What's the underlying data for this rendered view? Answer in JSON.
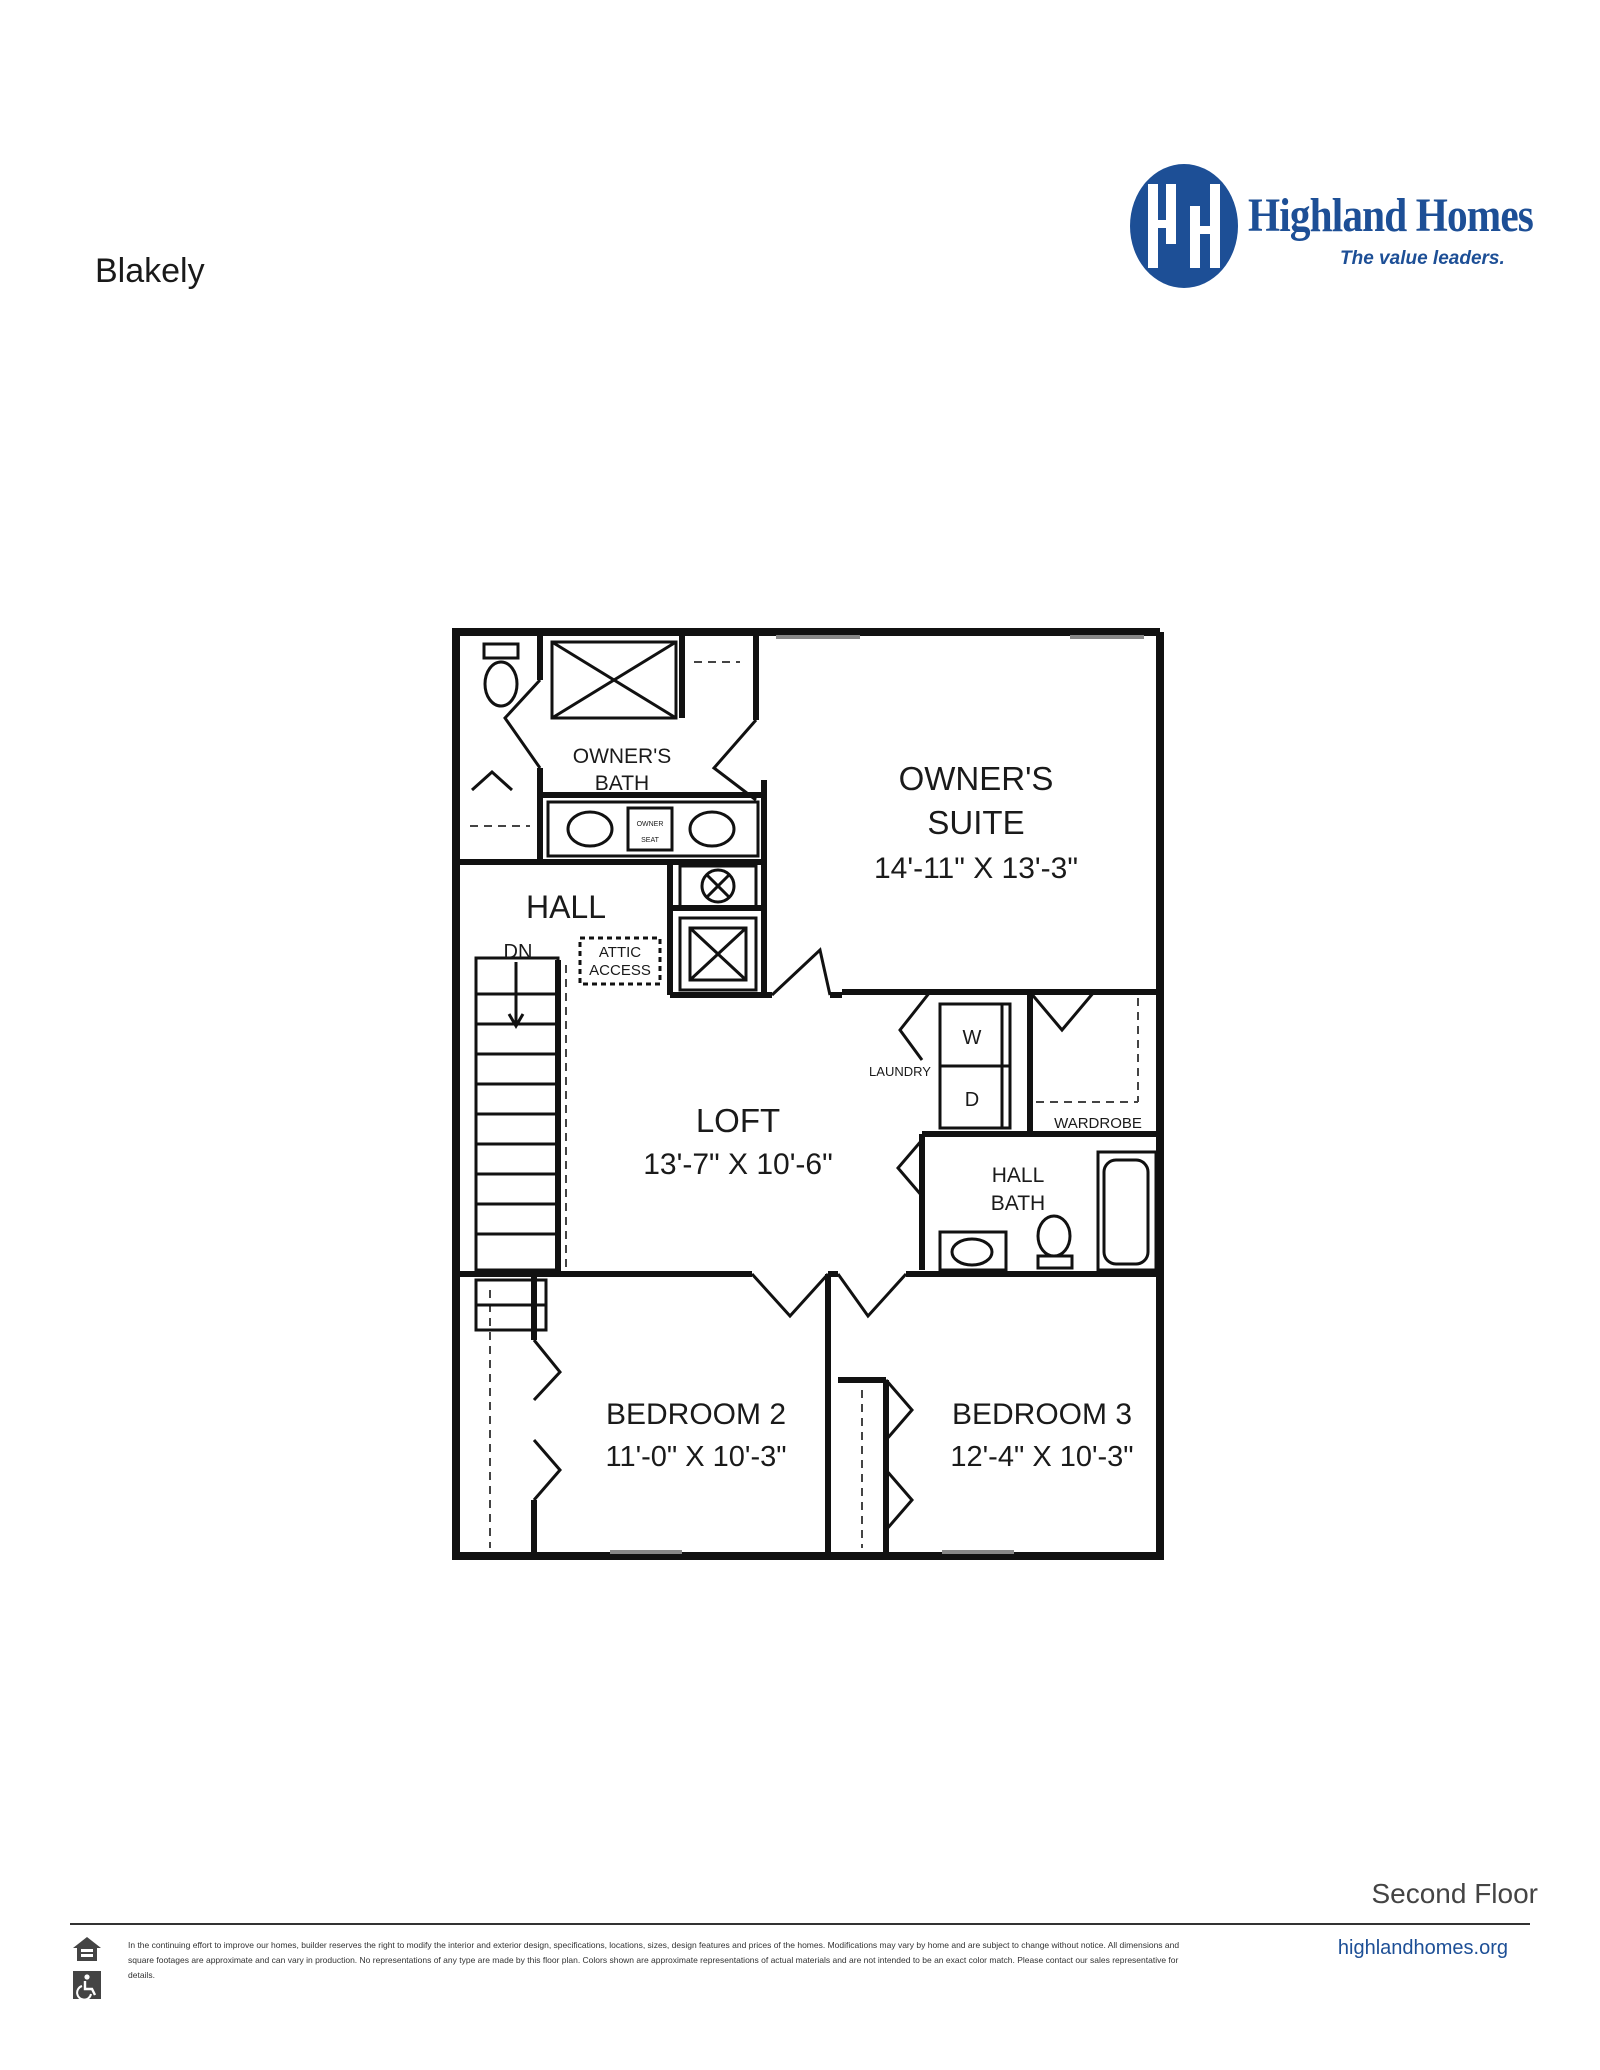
{
  "plan_name": "Blakely",
  "logo": {
    "monogram": "HH",
    "wordmark": "Highland Homes",
    "tagline": "The value leaders."
  },
  "floor": "Second Floor",
  "website": "highlandhomes.org",
  "disclaimer": "In the continuing effort to improve our homes, builder reserves the right to modify the interior and exterior design, specifications, locations, sizes, design features and prices of the homes. Modifications may vary by home and are subject to change without notice. All dimensions and square footages are approximate and can vary in production. No representations of any type are made by this floor plan. Colors shown are approximate representations of actual materials and are not intended to be an exact color match. Please contact our sales representative for details.",
  "rooms": {
    "owners_bath": {
      "line1": "OWNER'S",
      "line2": "BATH"
    },
    "owners_suite": {
      "line1": "OWNER'S",
      "line2": "SUITE",
      "size": "14'-11\" X 13'-3\""
    },
    "hall": "HALL",
    "stairs_down": "DN",
    "attic_access": {
      "line1": "ATTIC",
      "line2": "ACCESS"
    },
    "loft": {
      "name": "LOFT",
      "size": "13'-7\" X 10'-6\""
    },
    "laundry": "LAUNDRY",
    "washer": "W",
    "dryer": "D",
    "wardrobe": "WARDROBE",
    "hall_bath": {
      "line1": "HALL",
      "line2": "BATH"
    },
    "bedroom2": {
      "name": "BEDROOM 2",
      "size": "11'-0\" X 10'-3\""
    },
    "bedroom3": {
      "name": "BEDROOM 3",
      "size": "12'-4\" X 10'-3\""
    },
    "owner_seat": {
      "line1": "OWNER",
      "line2": "SEAT"
    }
  },
  "colors": {
    "brand_blue": "#1d4f96",
    "walls": "#111111"
  }
}
